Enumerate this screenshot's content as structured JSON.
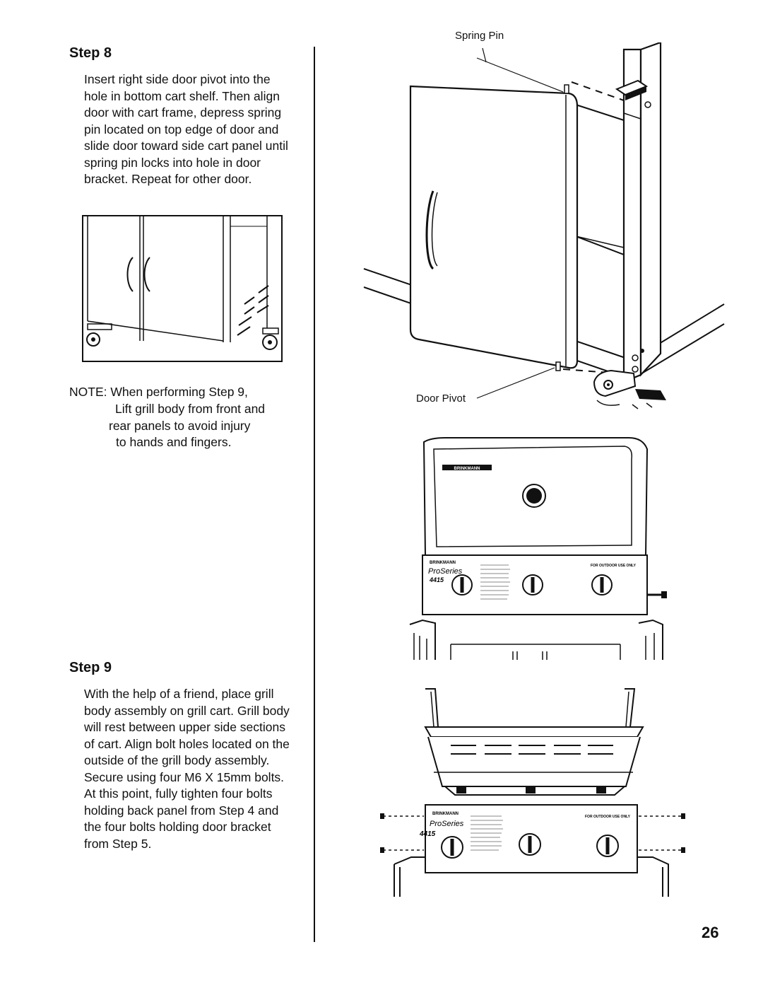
{
  "step8": {
    "title": "Step 8",
    "text": "Insert right side door pivot into the hole in bottom cart shelf. Then align door with cart frame, depress spring pin located on top edge of door and slide door toward side cart panel until spring pin locks into hole in door bracket. Repeat for other door."
  },
  "note": {
    "line1": "NOTE: When performing Step 9,",
    "line2": "Lift grill body from front and",
    "line3": "rear panels to avoid injury",
    "line4": "to hands and fingers."
  },
  "step9": {
    "title": "Step 9",
    "text": "With the help of a friend, place grill body assembly on grill cart. Grill body will rest between upper side sections of cart. Align bolt holes located on the outside of the grill body assembly. Secure using four M6 X 15mm bolts. At this point, fully tighten four bolts holding back panel from Step 4 and the four bolts holding door bracket from Step 5."
  },
  "callouts": {
    "spring_pin": "Spring Pin",
    "door_pivot": "Door Pivot"
  },
  "grill": {
    "brand": "BRINKMANN",
    "series": "ProSeries",
    "model": "4415",
    "outdoor_label": "FOR OUTDOOR USE ONLY"
  },
  "page_number": "26"
}
